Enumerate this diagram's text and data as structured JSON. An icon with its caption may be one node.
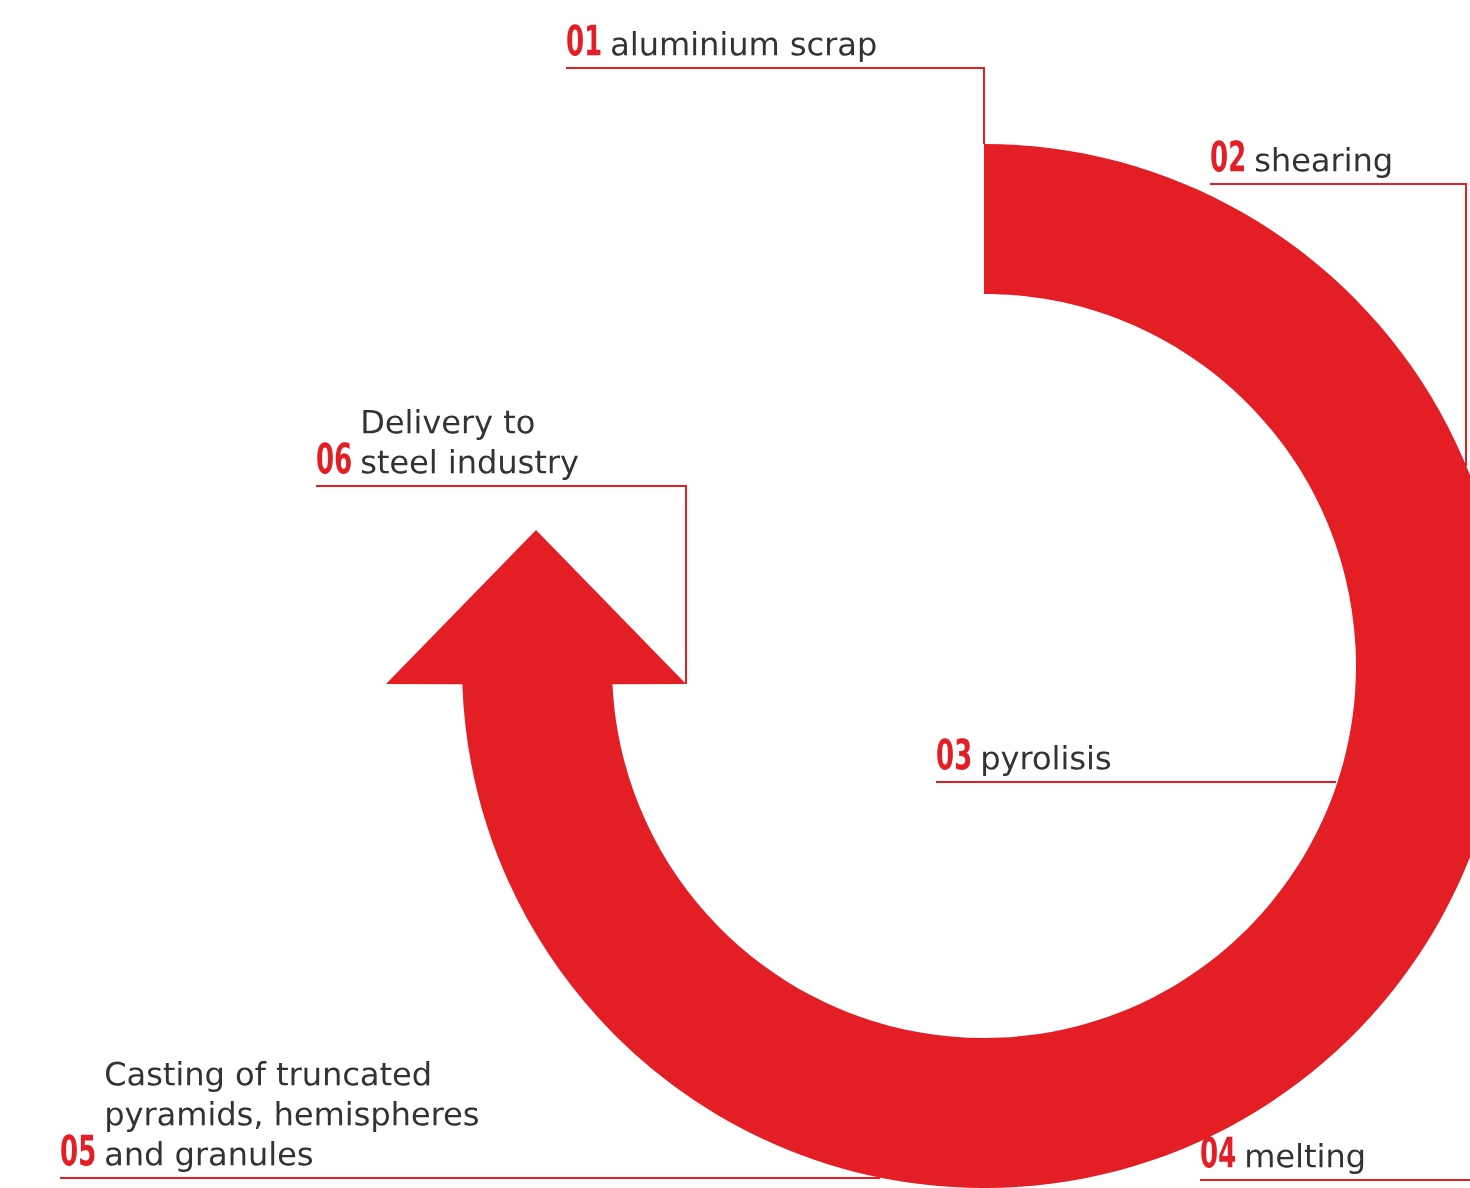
{
  "diagram": {
    "nodes": [
      {
        "text": [
          "01",
          "aluminium scrap"
        ]
      },
      {
        "text": [
          "02",
          "shearing"
        ]
      },
      {
        "text": [
          "03",
          "pyrolisis"
        ]
      },
      {
        "text": [
          "04",
          "melting"
        ]
      },
      {
        "text": [
          "05",
          "Casting of truncated pyramids, hemispheres and granules"
        ]
      },
      {
        "text": [
          "06",
          "Delivery to steel industry"
        ]
      },
      {
        "text": [],
        "shape": "arrow"
      }
    ],
    "edges": [
      {
        "from": 0,
        "to": 6,
        "arrow": "none"
      },
      {
        "from": 1,
        "to": 6,
        "arrow": "none"
      },
      {
        "from": 2,
        "to": 6,
        "arrow": "none"
      },
      {
        "from": 3,
        "to": 6,
        "arrow": "none"
      },
      {
        "from": 4,
        "to": 6,
        "arrow": "none"
      },
      {
        "from": 5,
        "to": 6,
        "arrow": "none"
      }
    ]
  }
}
